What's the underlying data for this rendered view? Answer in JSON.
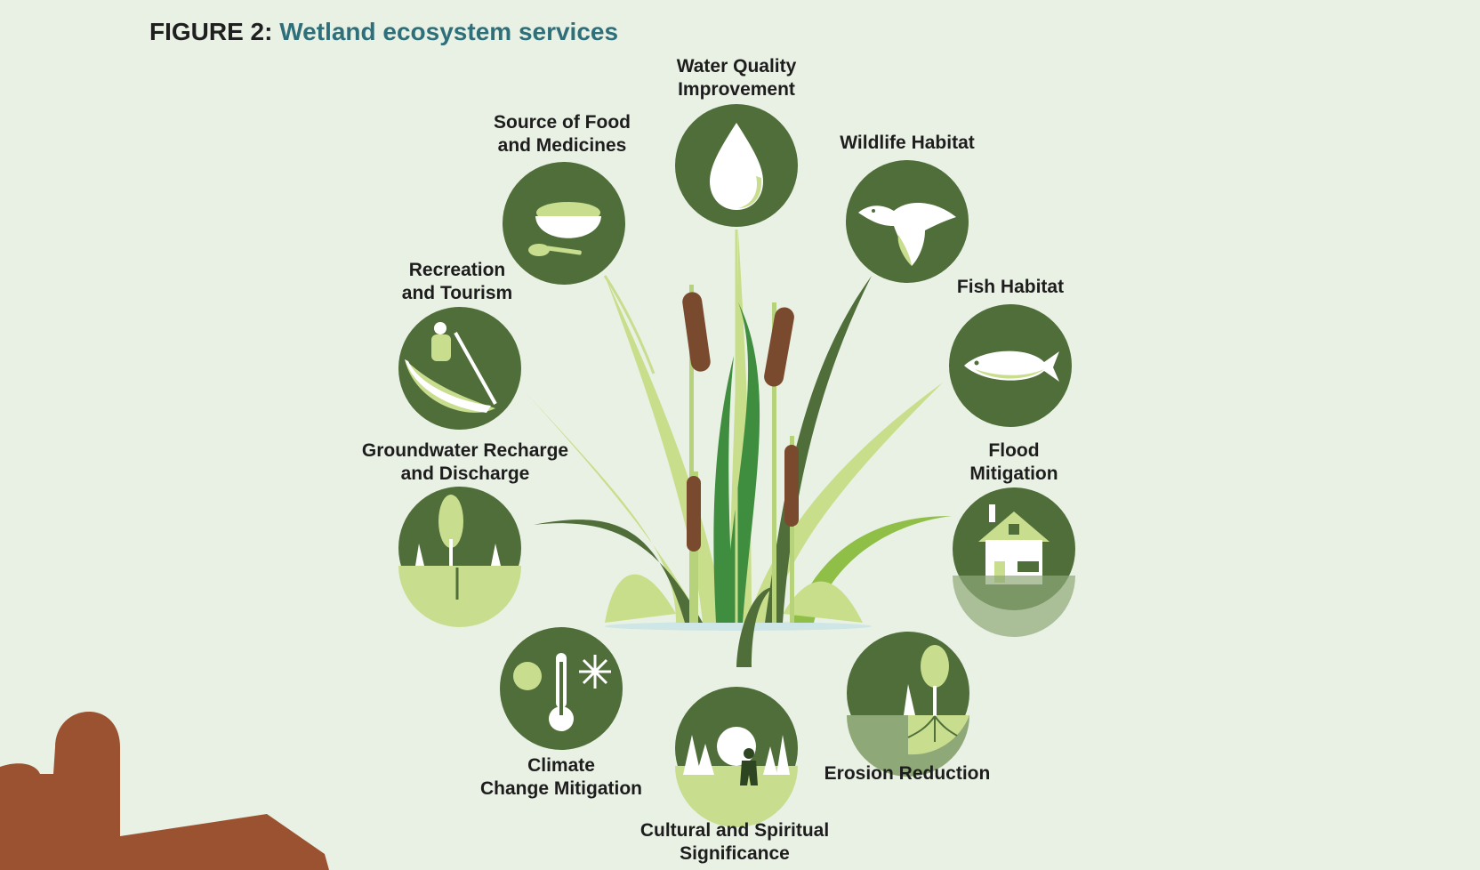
{
  "figure": {
    "label": "FIGURE 2:",
    "title": "Wetland ecosystem services"
  },
  "services": [
    {
      "id": "water-quality",
      "label": "Water Quality\nImprovement",
      "icon": "water-drop-icon"
    },
    {
      "id": "wildlife-habitat",
      "label": "Wildlife Habitat",
      "icon": "duck-icon"
    },
    {
      "id": "fish-habitat",
      "label": "Fish Habitat",
      "icon": "fish-icon"
    },
    {
      "id": "flood-mitigation",
      "label": "Flood\nMitigation",
      "icon": "house-icon"
    },
    {
      "id": "erosion-reduction",
      "label": "Erosion Reduction",
      "icon": "tree-roots-icon"
    },
    {
      "id": "cultural-spiritual",
      "label": "Cultural and Spiritual\nSignificance",
      "icon": "person-landscape-icon"
    },
    {
      "id": "climate-change",
      "label": "Climate\nChange Mitigation",
      "icon": "thermometer-icon"
    },
    {
      "id": "groundwater",
      "label": "Groundwater Recharge\nand Discharge",
      "icon": "groundwater-icon"
    },
    {
      "id": "recreation",
      "label": "Recreation\nand Tourism",
      "icon": "canoe-icon"
    },
    {
      "id": "food-medicines",
      "label": "Source of Food\nand Medicines",
      "icon": "bowl-icon"
    }
  ],
  "colors": {
    "background": "#e9f1e4",
    "circle": "#4f6e3a",
    "light_green": "#c8de8e",
    "cattail": "#7a4a2e",
    "title_accent": "#2f6f7a",
    "barn": "#9a5230"
  }
}
